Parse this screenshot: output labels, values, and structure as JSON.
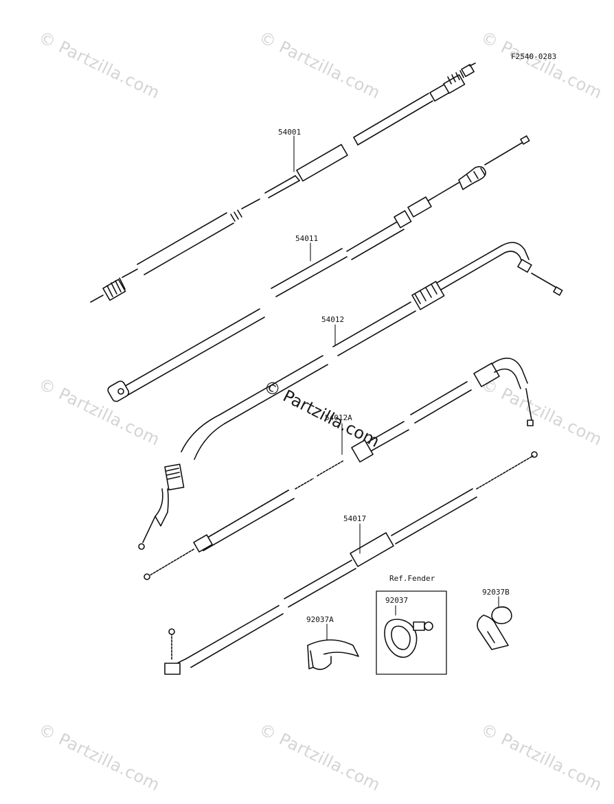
{
  "figure_id": "F2540-0283",
  "watermark_text": "© Partzilla.com",
  "center_watermark_text": "© Partzilla.com",
  "parts": {
    "speedometer_cable": "54001",
    "clutch_cable": "54011",
    "throttle_cable_open": "54012",
    "throttle_cable_close": "54012A",
    "choke_cable": "54017",
    "clamp_a": "92037A",
    "clamp": "92037",
    "clamp_b": "92037B"
  },
  "ref_fender_label": "Ref.Fender",
  "colors": {
    "ink": "#111111",
    "watermark": "#d4d4d4"
  }
}
